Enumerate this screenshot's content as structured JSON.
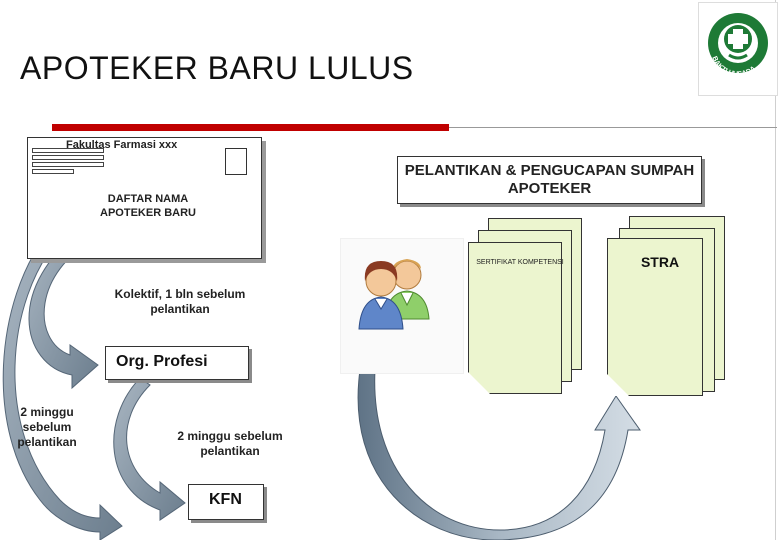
{
  "slide": {
    "title": "APOTEKER BARU LULUS"
  },
  "logo": {
    "text": "BAKTI HUSADA",
    "icon": "bakti-husada-logo-icon"
  },
  "envelope": {
    "faculty": "Fakultas Farmasi xxx",
    "list_label": "DAFTAR NAMA APOTEKER BARU"
  },
  "ceremony": {
    "label": "PELANTIKAN & PENGUCAPAN SUMPAH  APOTEKER"
  },
  "people": {
    "icon": "people-icon"
  },
  "certificate": {
    "label": "SERTIFIKAT KOMPETENSI"
  },
  "registration": {
    "label": "STRA"
  },
  "steps": {
    "collective_note": "Kolektif, 1 bln sebelum pelantikan",
    "org": "Org. Profesi",
    "two_weeks_left": "2 minggu sebelum pelantikan",
    "two_weeks_center": "2 minggu sebelum pelantikan",
    "kfn": "KFN"
  },
  "colors": {
    "accent_red": "#c00000",
    "arrow_gray": "#8d9ba8",
    "doc_fill": "#ecf5cf"
  }
}
